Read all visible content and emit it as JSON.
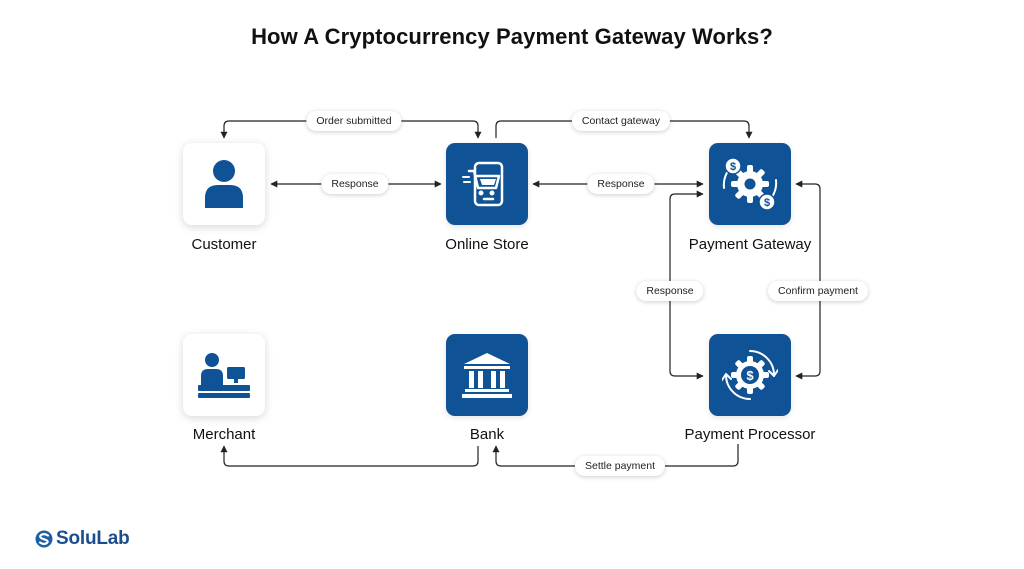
{
  "title": "How A Cryptocurrency Payment Gateway Works?",
  "nodes": {
    "customer": {
      "label": "Customer",
      "icon": "person-icon"
    },
    "online_store": {
      "label": "Online Store",
      "icon": "shopping-cart-phone-icon"
    },
    "payment_gateway": {
      "label": "Payment Gateway",
      "icon": "dollar-gear-cycle-icon"
    },
    "merchant": {
      "label": "Merchant",
      "icon": "cashier-icon"
    },
    "bank": {
      "label": "Bank",
      "icon": "bank-building-icon"
    },
    "payment_processor": {
      "label": "Payment Processor",
      "icon": "dollar-gear-icon"
    }
  },
  "edges": {
    "order_submitted": {
      "label": "Order submitted",
      "from": "Customer",
      "to": "Online Store"
    },
    "contact_gateway": {
      "label": "Contact gateway",
      "from": "Online Store",
      "to": "Payment Gateway"
    },
    "response_store_customer": {
      "label": "Response",
      "from": "Online Store",
      "to": "Customer"
    },
    "response_store_gateway": {
      "label": "Response",
      "from": "Payment Gateway",
      "to": "Online Store"
    },
    "response_processor_gateway": {
      "label": "Response",
      "from": "Payment Processor",
      "to": "Payment Gateway"
    },
    "confirm_payment": {
      "label": "Confirm payment",
      "from": "Payment Gateway",
      "to": "Payment Processor"
    },
    "settle_payment": {
      "label": "Settle payment",
      "from": "Payment Processor",
      "to": "Bank"
    },
    "bank_to_merchant": {
      "label": "",
      "from": "Bank",
      "to": "Merchant"
    }
  },
  "brand": {
    "name": "SoluLab"
  },
  "colors": {
    "primary": "#0f5296",
    "line": "#222222",
    "brand_text": "#1a4e8e",
    "brand_mark": "#1f5fa8"
  }
}
